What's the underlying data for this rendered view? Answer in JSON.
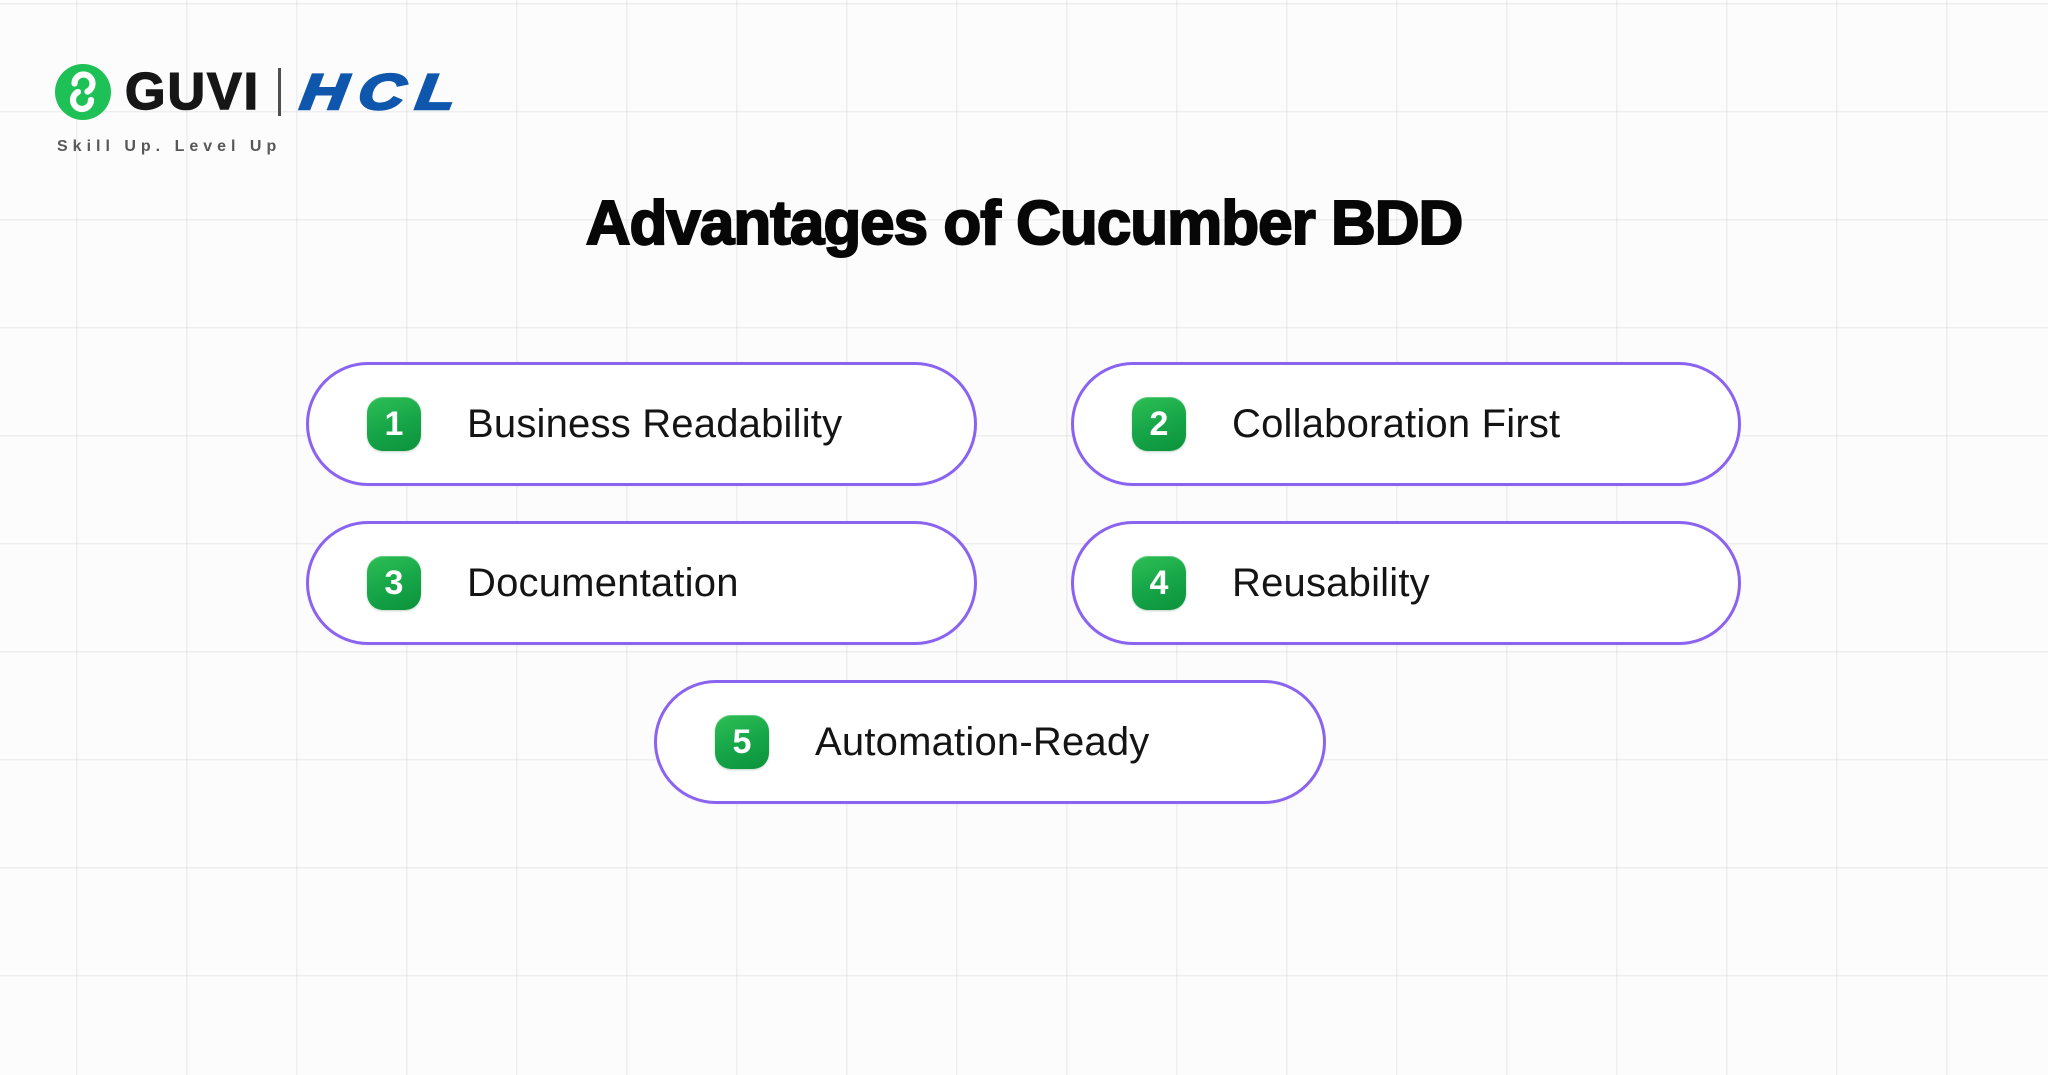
{
  "header": {
    "brand": {
      "logo_icon": "guvi-g-icon",
      "guvi_label": "GUVI",
      "hcl_label": "HCL",
      "tagline": "Skill Up. Level Up"
    }
  },
  "title": "Advantages of Cucumber BDD",
  "advantages": [
    {
      "number": "1",
      "label": "Business Readability"
    },
    {
      "number": "2",
      "label": "Collaboration First"
    },
    {
      "number": "3",
      "label": "Documentation"
    },
    {
      "number": "4",
      "label": "Reusability"
    },
    {
      "number": "5",
      "label": "Automation-Ready"
    }
  ],
  "colors": {
    "guvi_green": "#1ec155",
    "hcl_blue": "#0f57ad",
    "pill_border_purple": "#8a63f0",
    "badge_green_top": "#2fbf55",
    "badge_green_bottom": "#0c923c",
    "badge_text": "#ffffff",
    "title_text": "#070707",
    "tagline_gray": "#58585a",
    "grid_line": "#ededef",
    "background": "#fcfcfc"
  }
}
